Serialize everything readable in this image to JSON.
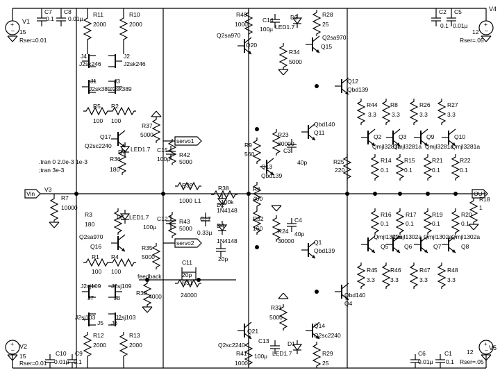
{
  "directives": {
    "tran1": ".tran 0 2.0e-3 1e-3",
    "tran2": ";tran 3e-3"
  },
  "sources": {
    "v1": {
      "name": "V1",
      "value": "15",
      "rser": "Rser=0.01"
    },
    "v2": {
      "name": "V2",
      "value": "15",
      "rser": "Rser=0.01"
    },
    "v3": {
      "name": "V3"
    },
    "v4": {
      "name": "V4",
      "value": "12",
      "rser": "Rser=.05"
    },
    "v5": {
      "name": "V5",
      "value": "12",
      "rser": "Rser=.05"
    }
  },
  "ports": {
    "vin": "Vin",
    "out": "OUT",
    "servo1": "servo1",
    "servo2": "servo2",
    "feedback": "feedback"
  },
  "resistors": {
    "r11": {
      "name": "R11",
      "value": "2000"
    },
    "r10": {
      "name": "R10",
      "value": "2000"
    },
    "r12": {
      "name": "R12",
      "value": "2000"
    },
    "r13": {
      "name": "R13",
      "value": "2000"
    },
    "r5": {
      "name": "R5",
      "value": "100"
    },
    "r2": {
      "name": "R2",
      "value": "100"
    },
    "r1": {
      "name": "R1",
      "value": "100"
    },
    "r4": {
      "name": "R4",
      "value": "100"
    },
    "r36": {
      "name": "R36",
      "value": "180"
    },
    "r3": {
      "name": "R3",
      "value": "180"
    },
    "r37": {
      "name": "R37",
      "value": "5000"
    },
    "r35": {
      "name": "R35",
      "value": "5000"
    },
    "r42": {
      "name": "R42",
      "value": "5000"
    },
    "r43": {
      "name": "R43",
      "value": "5000"
    },
    "r39": {
      "name": "R39",
      "value": "1000"
    },
    "r38": {
      "name": "R38",
      "value": "100k"
    },
    "r7": {
      "name": "R7",
      "value": "10000"
    },
    "r30": {
      "name": "R30",
      "value": "4000"
    },
    "r31": {
      "name": "R31",
      "value": "24000"
    },
    "r40": {
      "name": "R40",
      "value": "1000"
    },
    "r41": {
      "name": "R41",
      "value": "1000"
    },
    "r34": {
      "name": "R34",
      "value": "5000"
    },
    "r33": {
      "name": "R33",
      "value": "5000"
    },
    "r28": {
      "name": "R28",
      "value": "25"
    },
    "r29": {
      "name": "R29",
      "value": "25"
    },
    "r9": {
      "name": "R9",
      "value": "560"
    },
    "r6": {
      "name": "R6",
      "value": "400"
    },
    "r32": {
      "name": "R32",
      "value": "160"
    },
    "r23": {
      "name": "R23",
      "value": "30000"
    },
    "r24": {
      "name": "R24",
      "value": "30000"
    },
    "r25": {
      "name": "R25",
      "value": "220"
    },
    "r44": {
      "name": "R44",
      "value": "3.3"
    },
    "r8": {
      "name": "R8",
      "value": "3.3"
    },
    "r26": {
      "name": "R26",
      "value": "3.3"
    },
    "r27": {
      "name": "R27",
      "value": "3.3"
    },
    "r14": {
      "name": "R14",
      "value": "0.1"
    },
    "r15": {
      "name": "R15",
      "value": "0.1"
    },
    "r21": {
      "name": "R21",
      "value": "0.1"
    },
    "r22": {
      "name": "R22",
      "value": "0.1"
    },
    "r16": {
      "name": "R16",
      "value": "0.1"
    },
    "r17": {
      "name": "R17",
      "value": "0.1"
    },
    "r19": {
      "name": "R19",
      "value": "0.1"
    },
    "r20": {
      "name": "R20",
      "value": "0.1"
    },
    "r45": {
      "name": "R45",
      "value": "3.3"
    },
    "r46": {
      "name": "R46",
      "value": "3.3"
    },
    "r47": {
      "name": "R47",
      "value": "3.3"
    },
    "r48": {
      "name": "R48",
      "value": "3.3"
    },
    "r18": {
      "name": "R18",
      "value": "1"
    }
  },
  "capacitors": {
    "c7": {
      "name": "C7",
      "value": "0.1"
    },
    "c8": {
      "name": "C8",
      "value": "0.01µ"
    },
    "c10": {
      "name": "C10",
      "value": "0.01µ"
    },
    "c9": {
      "name": "C9",
      "value": "0.1"
    },
    "c2": {
      "name": "C2",
      "value": "0.1"
    },
    "c5": {
      "name": "C5",
      "value": "0.01µ"
    },
    "c6": {
      "name": "C6",
      "value": "0.01µ"
    },
    "c1": {
      "name": "C1",
      "value": "0.1"
    },
    "c15": {
      "name": "C15",
      "value": "100µ"
    },
    "c12": {
      "name": "C12",
      "value": "100µ"
    },
    "c17": {
      "name": "C17",
      "value": "0.33µ"
    },
    "c11": {
      "name": "C11",
      "value": "20p"
    },
    "c14": {
      "name": "C14",
      "value": "100µ"
    },
    "c13": {
      "name": "C13",
      "value": "100µ"
    },
    "c3": {
      "name": "C3",
      "value": "40p"
    },
    "c4": {
      "name": "C4",
      "value": "40p"
    },
    "c20": {
      "name": "",
      "value": "20p"
    }
  },
  "diodes": {
    "d7": {
      "name": "D7",
      "value": "LED1.7"
    },
    "d5": {
      "name": "D5",
      "value": "LED1.7"
    },
    "d3": {
      "name": "D3",
      "value": "LED1.7"
    },
    "d1": {
      "name": "D1",
      "value": "LED1.7"
    },
    "d2": {
      "name": "D2",
      "value": "1N4148"
    },
    "d4": {
      "name": "D4",
      "value": "1N4148"
    }
  },
  "transistors": {
    "j4": {
      "name": "J4",
      "model": "J2sk246"
    },
    "j2": {
      "name": "J2",
      "model": "J2sk246"
    },
    "j1": {
      "name": "J1",
      "model": "J2sk389"
    },
    "j3": {
      "name": "J3",
      "model": "J2sk389"
    },
    "j7": {
      "name": "J7",
      "model": "J2sj109"
    },
    "j8": {
      "name": "J8",
      "model": "J2sj109"
    },
    "j5": {
      "name": "J5",
      "model": "J2sj103"
    },
    "j6": {
      "name": "J6",
      "model": "J2sj103"
    },
    "q17": {
      "name": "Q17",
      "model": "Q2sc2240"
    },
    "q16": {
      "name": "Q16",
      "model": "Q2sa970"
    },
    "q20": {
      "name": "Q20",
      "model": "Q2sa970"
    },
    "q15": {
      "name": "Q15",
      "model": "Q2sa970"
    },
    "q21": {
      "name": "Q21",
      "model": "Q2sc2240"
    },
    "q14": {
      "name": "Q14",
      "model": "Q2sc2240"
    },
    "q13": {
      "name": "Q13",
      "model": "Qbd139"
    },
    "q11": {
      "name": "Q11",
      "model": "Qbd140"
    },
    "q1": {
      "name": "Q1",
      "model": "Qbd139"
    },
    "q12": {
      "name": "Q12",
      "model": "Qbd139"
    },
    "q4": {
      "name": "Q4",
      "model": "Qbd140"
    },
    "q2": {
      "name": "Q2",
      "model": "Qmjl3281a"
    },
    "q3": {
      "name": "Q3",
      "model": "Qmjl3281a"
    },
    "q9": {
      "name": "Q9",
      "model": "Qmjl3281a"
    },
    "q10": {
      "name": "Q10",
      "model": "Qmjl3281a"
    },
    "q5": {
      "name": "Q5",
      "model": "Qmjl1302a"
    },
    "q6": {
      "name": "Q6",
      "model": "Qmjl1302a"
    },
    "q7": {
      "name": "Q7",
      "model": "Qmjl1302a"
    },
    "q8": {
      "name": "Q8",
      "model": "Qmjl1302a"
    }
  },
  "misc": {
    "l1": "L1"
  }
}
